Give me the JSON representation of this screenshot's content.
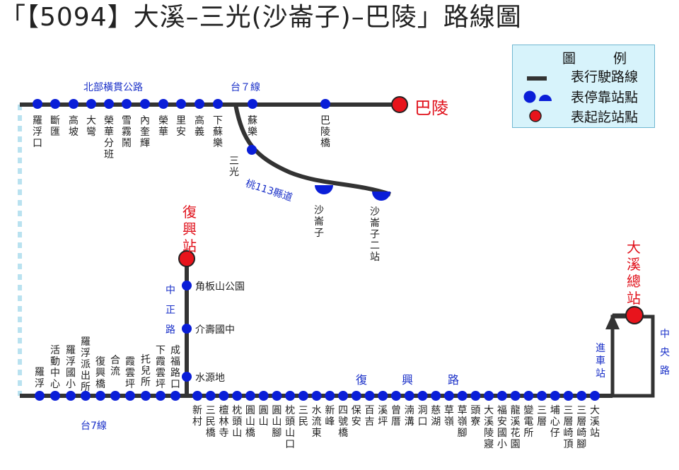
{
  "title": "「【5094】大溪–三光(沙崙子)–巴陵」路線圖",
  "legend": {
    "header_left": "圖",
    "header_right": "例",
    "line": "表行駛路線",
    "stop": "表停靠站點",
    "terminal": "表起訖站點"
  },
  "road_labels": {
    "north_highway": "北部橫貫公路",
    "tai7_top": "台７線",
    "tao113": "桃113縣道",
    "zhongzheng_1": "中",
    "zhongzheng_2": "正",
    "zhongzheng_3": "路",
    "fuxing_1": "復",
    "fuxing_2": "興",
    "fuxing_3": "路",
    "tai7_bottom": "台7線",
    "jinche_1": "進",
    "jinche_2": "車",
    "jinche_3": "站",
    "zhongyang_1": "中",
    "zhongyang_2": "央",
    "zhongyang_3": "路"
  },
  "terminals": {
    "baling": "巴陵",
    "fuxing": "復興站",
    "daxi": "大溪總站"
  },
  "stops": {
    "top_row": [
      "羅浮口",
      "斷匯",
      "高坡",
      "大彎",
      "榮華分班",
      "雪霧鬧",
      "內奎輝",
      "榮華",
      "里安",
      "高義",
      "下蘇樂",
      "蘇樂",
      "巴陵橋"
    ],
    "branch": [
      "三光",
      "沙崙子",
      "沙崙子二站"
    ],
    "zhongzheng": [
      "角板山公園",
      "介壽國中",
      "水源地"
    ],
    "bottom_left": [
      "羅浮",
      "活動中心",
      "羅浮國小",
      "羅浮派出所",
      "復興橋",
      "合流",
      "霞雲坪",
      "托兒所",
      "下霞雲坪",
      "成福路口"
    ],
    "bottom_right": [
      "新村",
      "三民橋",
      "檀林寺",
      "枕頭山",
      "圓山橋",
      "圓山",
      "圓山腳",
      "枕頭山口",
      "三民",
      "水流東",
      "新峰",
      "四號橋",
      "保安",
      "百吉",
      "溪坪",
      "曾厝",
      "湳溝",
      "洞口",
      "慈湖",
      "草嶺",
      "草嶺腳",
      "頭寮",
      "大溪陵寢",
      "福安國小",
      "龍溪花園",
      "變電所",
      "三層",
      "埔心仔",
      "三層崎頂",
      "三層崎腳",
      "大溪站"
    ]
  },
  "colors": {
    "route": "#333333",
    "stop": "#0a1ed8",
    "terminal": "#e8141c",
    "dashed": "#b9e2f0",
    "legend_bg": "#d7f3fb",
    "road_label": "#1a30c8"
  }
}
